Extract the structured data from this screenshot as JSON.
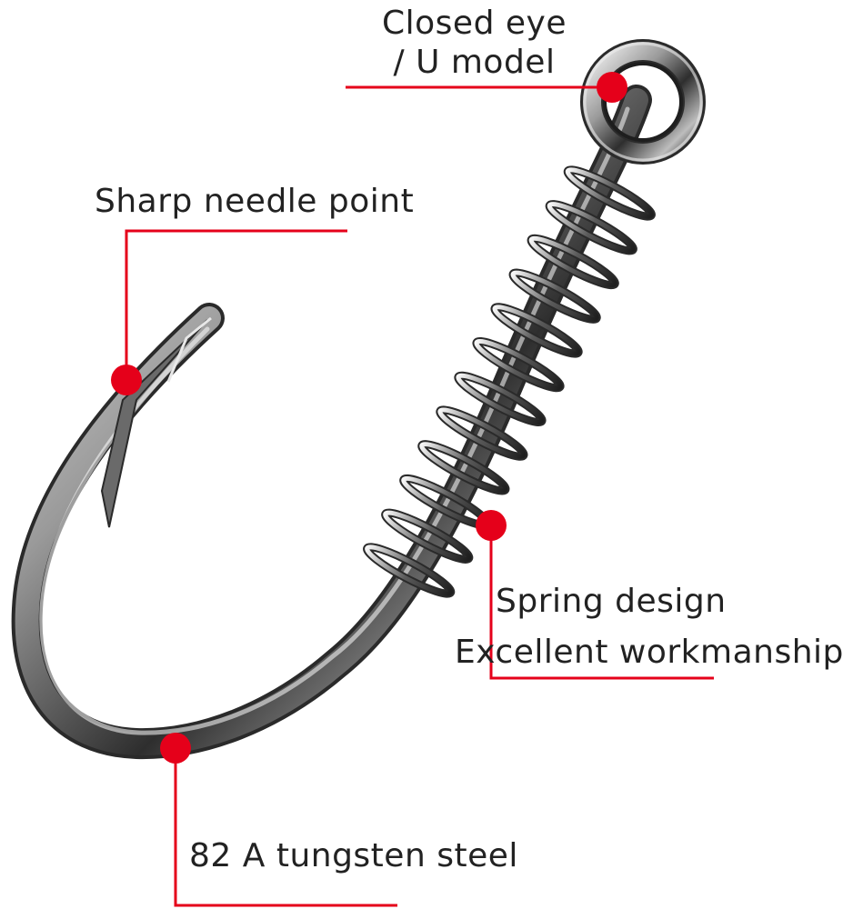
{
  "callouts": {
    "eye": {
      "line1": "Closed eye",
      "line2": "/ U model"
    },
    "point": {
      "text": "Sharp needle point"
    },
    "spring": {
      "line1": "Spring design",
      "line2": "Excellent workmanship"
    },
    "steel": {
      "text": "82 A tungsten steel"
    }
  },
  "colors": {
    "accent": "#e5001a",
    "metal_dark": "#2b2b2b",
    "metal_light": "#f2f2f2",
    "text": "#222222",
    "background": "#ffffff"
  },
  "illustration": "fishing-hook-icon"
}
